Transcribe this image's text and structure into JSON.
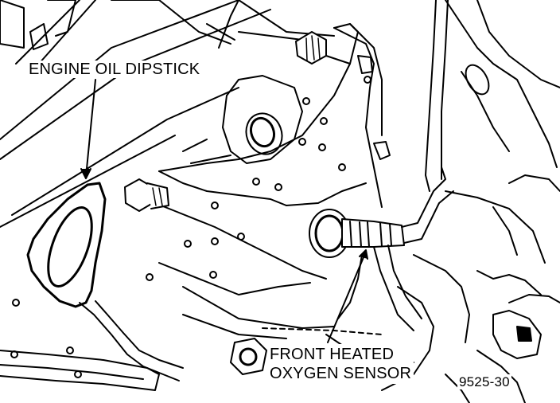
{
  "labels": {
    "dipstick": "ENGINE OIL DIPSTICK",
    "sensor_line1": "FRONT HEATED",
    "sensor_line2": "OXYGEN SENSOR"
  },
  "figure_number": "9525-30",
  "colors": {
    "ink": "#000000",
    "paper": "#ffffff"
  }
}
